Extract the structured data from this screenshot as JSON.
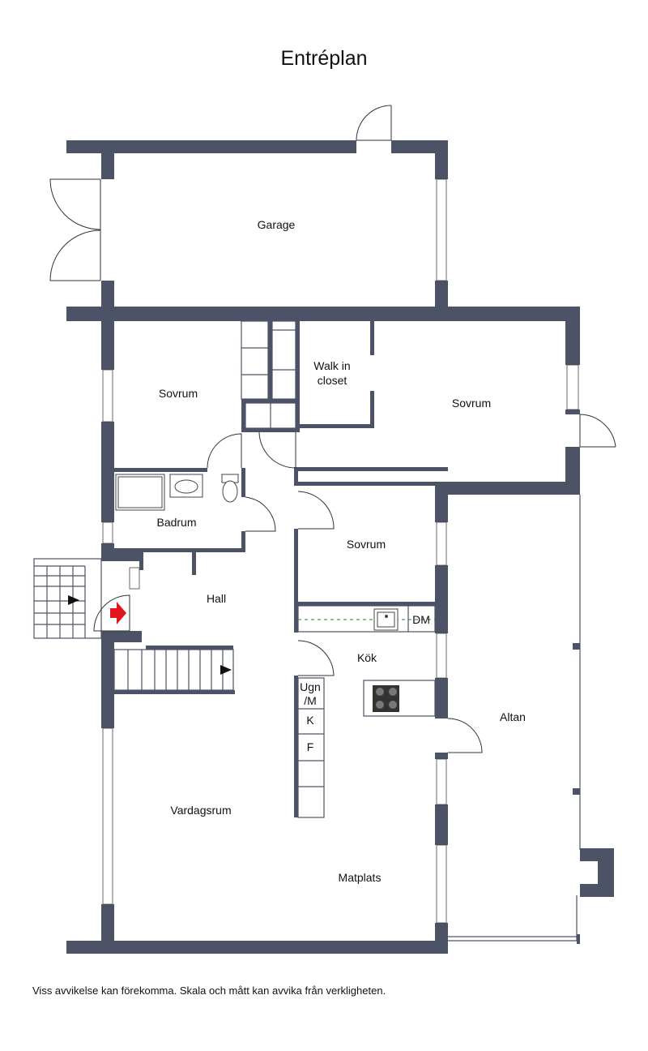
{
  "title": "Entréplan",
  "disclaimer": "Viss avvikelse kan förekomma. Skala och mått kan avvika från verkligheten.",
  "rooms": {
    "garage": "Garage",
    "sovrum_left": "Sovrum",
    "walk_in_1": "Walk in",
    "walk_in_2": "closet",
    "sovrum_right": "Sovrum",
    "badrum": "Badrum",
    "sovrum_mid": "Sovrum",
    "hall": "Hall",
    "dm": "DM",
    "kok": "Kök",
    "ugn_1": "Ugn",
    "ugn_2": "/M",
    "k": "K",
    "f": "F",
    "altan": "Altan",
    "vardagsrum": "Vardagsrum",
    "matplats": "Matplats"
  },
  "colors": {
    "wall": "#4d5366",
    "entrance_arrow": "#e3141b"
  }
}
